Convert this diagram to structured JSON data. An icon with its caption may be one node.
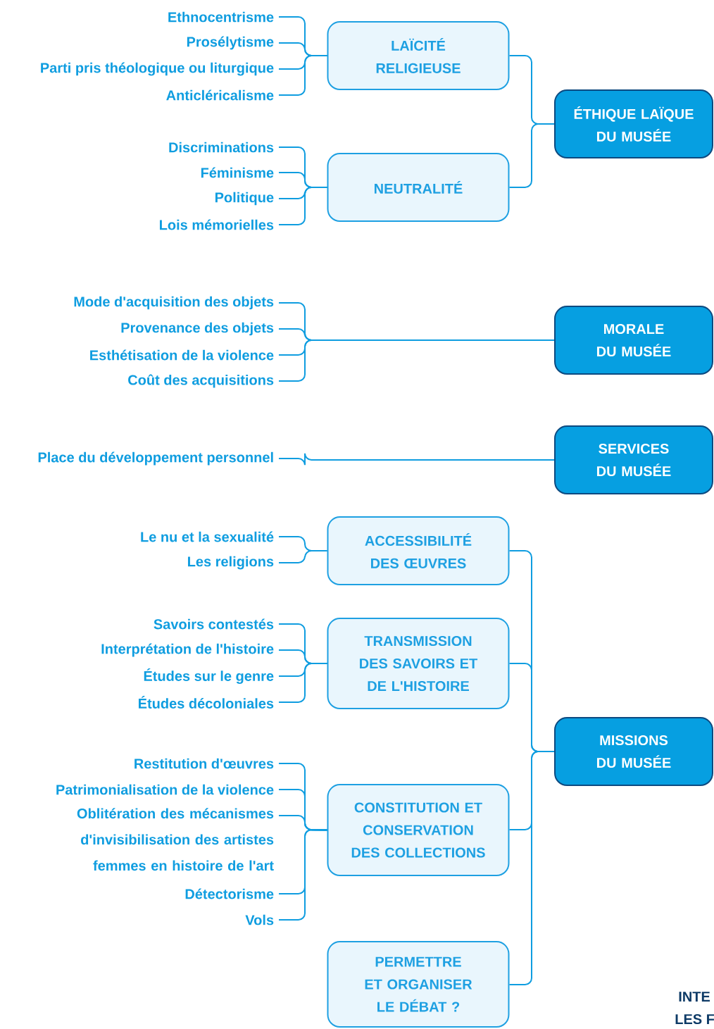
{
  "diagram": {
    "nodes": [
      {
        "text": [
          "Ethnocentrisme"
        ]
      },
      {
        "text": [
          "Prosélytisme"
        ]
      },
      {
        "text": [
          "Parti pris théologique ou liturgique"
        ]
      },
      {
        "text": [
          "Anticléricalisme"
        ]
      },
      {
        "text": [
          "LAÏCITÉ RELIGIEUSE"
        ]
      },
      {
        "text": [
          "Discriminations"
        ]
      },
      {
        "text": [
          "Féminisme"
        ]
      },
      {
        "text": [
          "Politique"
        ]
      },
      {
        "text": [
          "Lois mémorielles"
        ]
      },
      {
        "text": [
          "NEUTRALITÉ"
        ]
      },
      {
        "text": [
          "ÉTHIQUE LAÏQUE DU MUSÉE"
        ]
      },
      {
        "text": [
          "Mode d'acquisition des objets"
        ]
      },
      {
        "text": [
          "Provenance des objets"
        ]
      },
      {
        "text": [
          "Esthétisation de la violence"
        ]
      },
      {
        "text": [
          "Coût des acquisitions"
        ]
      },
      {
        "text": [
          "MORALE DU MUSÉE"
        ]
      },
      {
        "text": [
          "Place du développement personnel"
        ]
      },
      {
        "text": [
          "SERVICES DU MUSÉE"
        ]
      },
      {
        "text": [
          "Le nu et la sexualité"
        ]
      },
      {
        "text": [
          "Les religions"
        ]
      },
      {
        "text": [
          "ACCESSIBILITÉ DES ŒUVRES"
        ]
      },
      {
        "text": [
          "Savoirs contestés"
        ]
      },
      {
        "text": [
          "Interprétation de l'histoire"
        ]
      },
      {
        "text": [
          "Études sur le genre"
        ]
      },
      {
        "text": [
          "Études décoloniales"
        ]
      },
      {
        "text": [
          "TRANSMISSION DES SAVOIRS ET DE L'HISTOIRE"
        ]
      },
      {
        "text": [
          "Restitution d'œuvres"
        ]
      },
      {
        "text": [
          "Patrimonialisation de la violence"
        ]
      },
      {
        "text": [
          "Oblitération des mécanismes d'invisibilisation des artistes femmes en histoire de l'art"
        ]
      },
      {
        "text": [
          "Détectorisme"
        ]
      },
      {
        "text": [
          "Vols"
        ]
      },
      {
        "text": [
          "CONSTITUTION ET CONSERVATION DES COLLECTIONS"
        ]
      },
      {
        "text": [
          "PERMETTRE ET ORGANISER LE DÉBAT ?"
        ]
      },
      {
        "text": [
          "MISSIONS DU MUSÉE"
        ]
      }
    ],
    "edges": [
      {
        "from": 0,
        "to": 4,
        "arrow": "none"
      },
      {
        "from": 1,
        "to": 4,
        "arrow": "none"
      },
      {
        "from": 2,
        "to": 4,
        "arrow": "none"
      },
      {
        "from": 3,
        "to": 4,
        "arrow": "none"
      },
      {
        "from": 5,
        "to": 9,
        "arrow": "none"
      },
      {
        "from": 6,
        "to": 9,
        "arrow": "none"
      },
      {
        "from": 7,
        "to": 9,
        "arrow": "none"
      },
      {
        "from": 8,
        "to": 9,
        "arrow": "none"
      },
      {
        "from": 4,
        "to": 10,
        "arrow": "none"
      },
      {
        "from": 9,
        "to": 10,
        "arrow": "none"
      },
      {
        "from": 11,
        "to": 15,
        "arrow": "none"
      },
      {
        "from": 12,
        "to": 15,
        "arrow": "none"
      },
      {
        "from": 13,
        "to": 15,
        "arrow": "none"
      },
      {
        "from": 14,
        "to": 15,
        "arrow": "none"
      },
      {
        "from": 16,
        "to": 17,
        "arrow": "none"
      },
      {
        "from": 18,
        "to": 20,
        "arrow": "none"
      },
      {
        "from": 19,
        "to": 20,
        "arrow": "none"
      },
      {
        "from": 21,
        "to": 25,
        "arrow": "none"
      },
      {
        "from": 22,
        "to": 25,
        "arrow": "none"
      },
      {
        "from": 23,
        "to": 25,
        "arrow": "none"
      },
      {
        "from": 24,
        "to": 25,
        "arrow": "none"
      },
      {
        "from": 26,
        "to": 31,
        "arrow": "none"
      },
      {
        "from": 27,
        "to": 31,
        "arrow": "none"
      },
      {
        "from": 28,
        "to": 31,
        "arrow": "none"
      },
      {
        "from": 29,
        "to": 31,
        "arrow": "none"
      },
      {
        "from": 30,
        "to": 31,
        "arrow": "none"
      },
      {
        "from": 20,
        "to": 33,
        "arrow": "none"
      },
      {
        "from": 25,
        "to": 33,
        "arrow": "none"
      },
      {
        "from": 31,
        "to": 33,
        "arrow": "none"
      },
      {
        "from": 32,
        "to": 33,
        "arrow": "none"
      }
    ],
    "labels": [
      "INTE",
      "LES F"
    ]
  }
}
